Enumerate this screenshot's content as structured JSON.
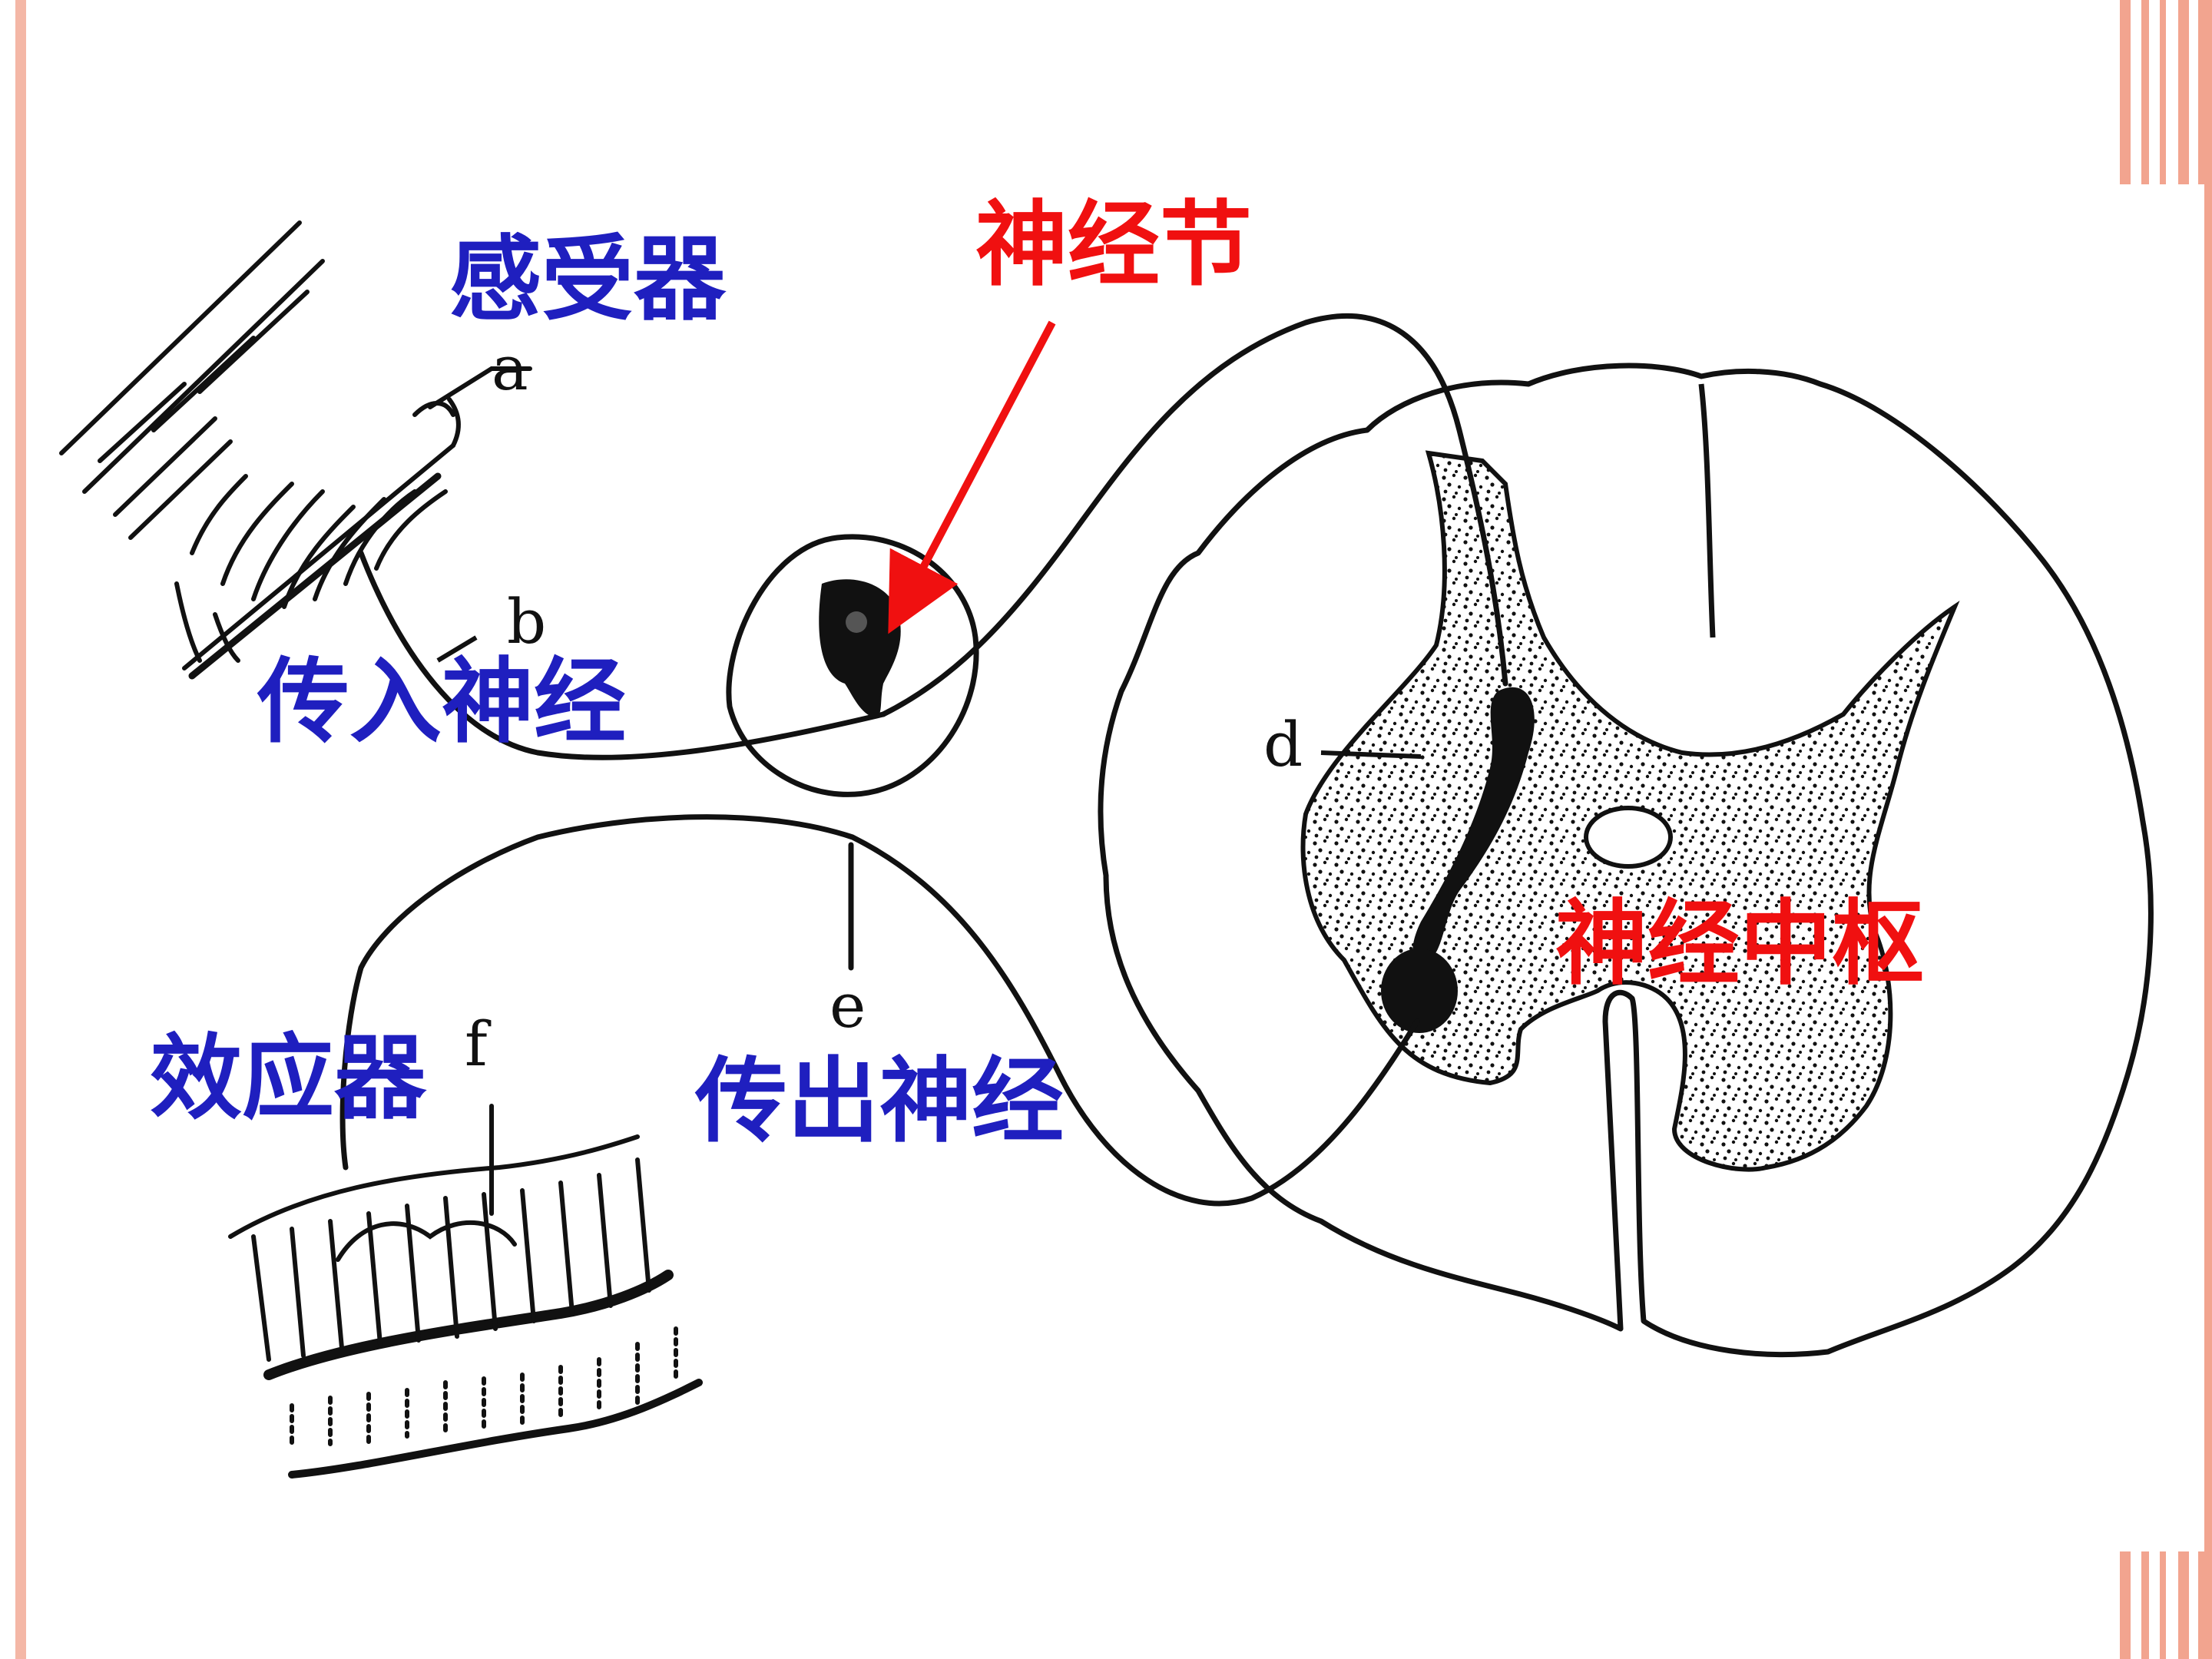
{
  "labels": {
    "receptor": "感受器",
    "ganglion": "神经节",
    "afferent_nerve": "传入神经",
    "effector": "效应器",
    "efferent_nerve": "传出神经",
    "nerve_center": "神经中枢"
  },
  "letters": {
    "a": "a",
    "b": "b",
    "d": "d",
    "e": "e",
    "f": "f"
  },
  "colors": {
    "blue_label": "#1f1fbf",
    "red_label": "#f01010",
    "slide_accent": "#f2a48f"
  }
}
